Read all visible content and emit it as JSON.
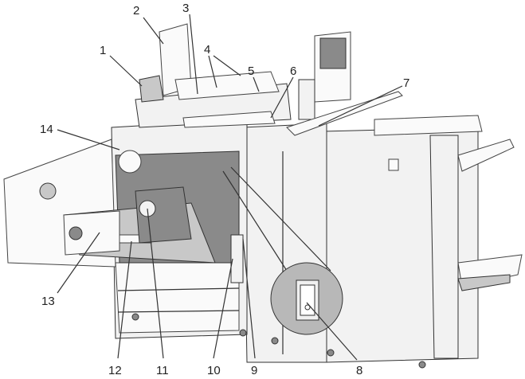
{
  "title": "Printer components diagram",
  "callouts": [
    {
      "number": "1"
    },
    {
      "number": "2"
    },
    {
      "number": "3"
    },
    {
      "number": "4"
    },
    {
      "number": "5"
    },
    {
      "number": "6"
    },
    {
      "number": "7"
    },
    {
      "number": "8"
    },
    {
      "number": "9"
    },
    {
      "number": "10"
    },
    {
      "number": "11"
    },
    {
      "number": "12"
    },
    {
      "number": "13"
    },
    {
      "number": "14"
    }
  ]
}
